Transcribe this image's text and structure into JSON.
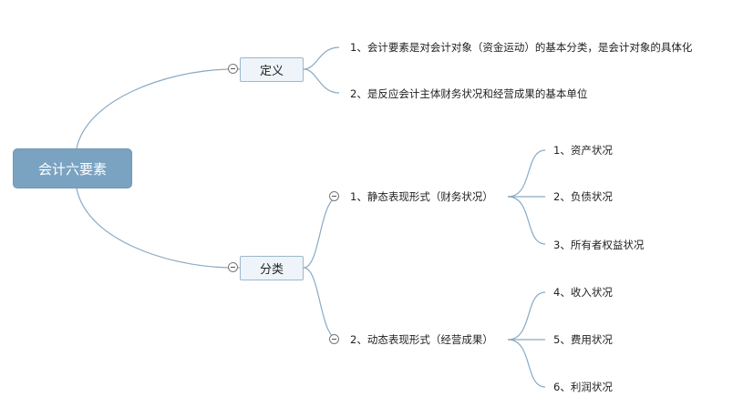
{
  "root": {
    "label": "会计六要素"
  },
  "definition": {
    "label": "定义",
    "items": [
      "1、会计要素是对会计对象（资金运动）的基本分类，是会计对象的具体化",
      "2、是反应会计主体财务状况和经营成果的基本单位"
    ]
  },
  "classification": {
    "label": "分类",
    "groups": [
      {
        "label": "1、静态表现形式（财务状况）",
        "items": [
          "1、资产状况",
          "2、负债状况",
          "3、所有者权益状况"
        ]
      },
      {
        "label": "2、动态表现形式（经营成果）",
        "items": [
          "4、收入状况",
          "5、费用状况",
          "6、利润状况"
        ]
      }
    ]
  },
  "colors": {
    "connector": "#8aaac4",
    "root_fill": "#7aa3c2",
    "box_fill": "#eef4f9"
  }
}
